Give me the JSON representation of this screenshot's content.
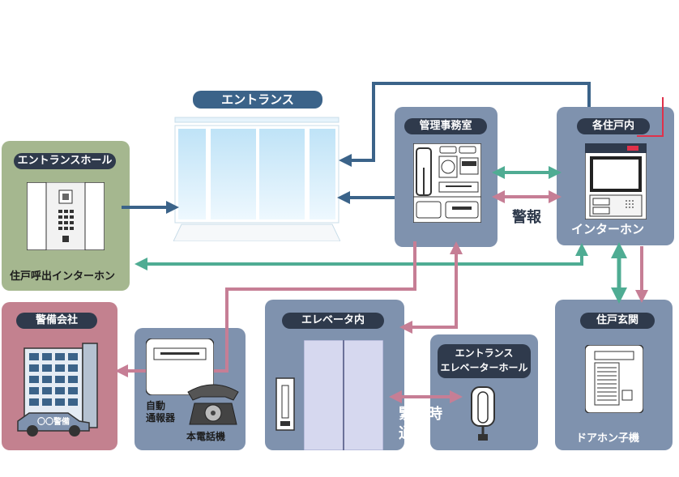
{
  "labels": {
    "entrance": "エントランス",
    "entrance_hall": "エントランスホール",
    "hall_intercom": "住戸呼出インターホン",
    "management_office": "管理事務室",
    "alarm": "警報",
    "each_unit": "各住戸内",
    "intercom": "インターホン",
    "unit_entrance": "住戸玄関",
    "door_phone": "ドアホン子機",
    "security_company": "警備会社",
    "car_plate": "〇〇警備",
    "auto_dialer": "自動\n通報器",
    "main_phone": "本電話機",
    "elevator_inside": "エレベータ内",
    "elevator_hall": "エントランス\nエレベーターホール",
    "emergency_call": "緊急時\n通話"
  },
  "colors": {
    "blue_arrow": "#3b6389",
    "green_arrow": "#4fac93",
    "pink_arrow": "#c67e95",
    "panel_blue": "#7f92ae",
    "panel_green": "#a5b78f",
    "panel_pink": "#c3818f",
    "pill_dark": "#2f3a4c"
  }
}
